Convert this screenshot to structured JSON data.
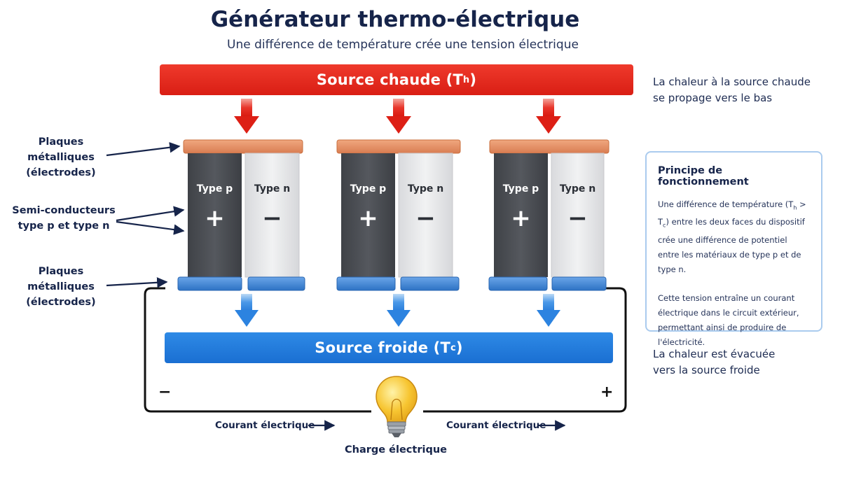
{
  "title": "Générateur thermo-électrique",
  "subtitle": "Une différence de température crée une tension électrique",
  "hot_source": {
    "label": "Source chaude (T",
    "sub": "h",
    "close": ")",
    "color": "#e02a1f"
  },
  "cold_source": {
    "label": "Source froide (T",
    "sub": "c",
    "close": ")",
    "color": "#2580de"
  },
  "right_notes": {
    "hot": [
      "La chaleur à la source chaude",
      "se propage vers le bas"
    ],
    "cold": [
      "La chaleur est évacuée",
      "vers la source froide"
    ]
  },
  "left_labels": {
    "plates_top": [
      "Plaques",
      "métalliques",
      "(électrodes)"
    ],
    "semiconductors": [
      "Semi-conducteurs",
      "type p et type n"
    ],
    "plates_bottom": [
      "Plaques",
      "métalliques",
      "(électrodes)"
    ]
  },
  "modules": [
    {
      "p_label": "Type p",
      "n_label": "Type n",
      "p_sign": "+",
      "n_sign": "−"
    },
    {
      "p_label": "Type p",
      "n_label": "Type n",
      "p_sign": "+",
      "n_sign": "−"
    },
    {
      "p_label": "Type p",
      "n_label": "Type n",
      "p_sign": "+",
      "n_sign": "−"
    }
  ],
  "principle": {
    "title": "Principe de fonctionnement",
    "p1_a": "Une différence de température (T",
    "p1_sub1": "h",
    "p1_b": " > T",
    "p1_sub2": "c",
    "p1_c": ")",
    "p1_rest": "entre les deux faces du dispositif crée une différence de potentiel entre les matériaux de type p et de type n.",
    "p2": "Cette tension entraîne un courant électrique dans le circuit extérieur, permettant ainsi de produire de l'électricité."
  },
  "circuit": {
    "minus": "−",
    "plus": "+",
    "current_left": "Courant électrique",
    "current_right": "Courant électrique",
    "load": "Charge électrique"
  },
  "colors": {
    "p_type": "#4a4d52",
    "n_type": "#e6e7e9",
    "top_plate": "#e8956a",
    "bottom_plate": "#3f86d6",
    "hot_arrow": "#e0241b",
    "cold_arrow": "#3a8ee6",
    "bulb": "#f7c531"
  }
}
